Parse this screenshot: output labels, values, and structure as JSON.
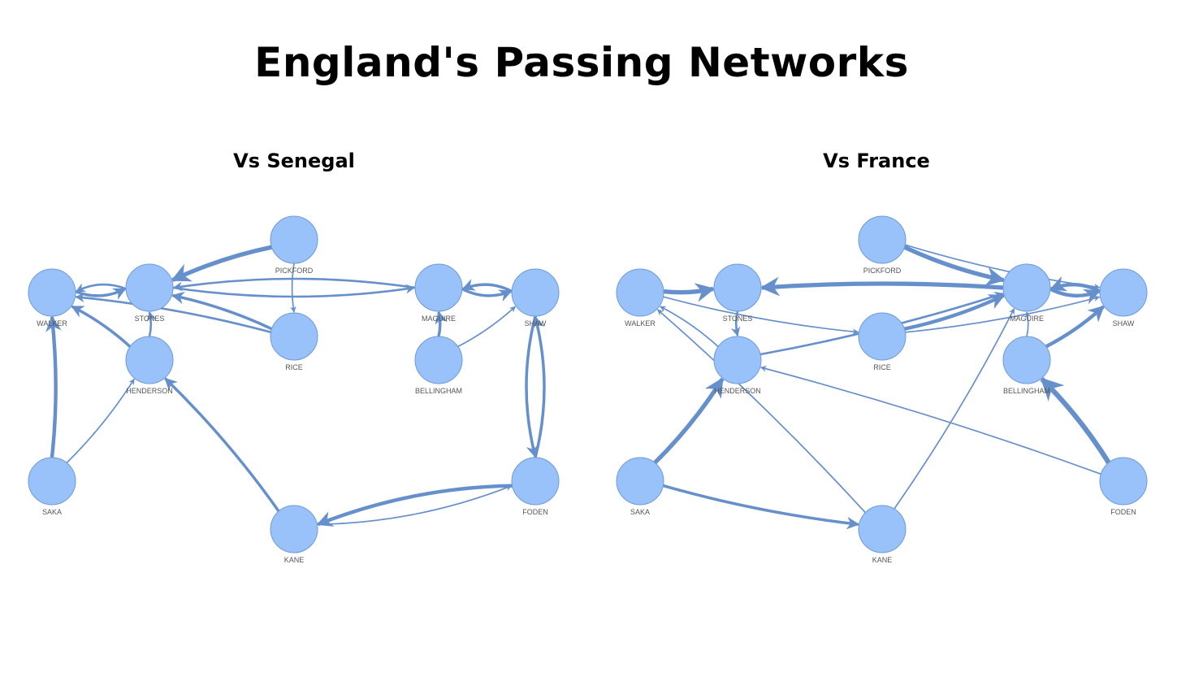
{
  "title": "England's Passing Networks",
  "colors": {
    "node_fill": "#99c2fa",
    "node_stroke": "#6f9ad8",
    "edge": "#6690cc",
    "label": "#555555"
  },
  "panels": [
    {
      "id": "senegal",
      "title": "Vs Senegal",
      "players": [
        "PICKFORD",
        "WALKER",
        "STONES",
        "MAGUIRE",
        "SHAW",
        "RICE",
        "HENDERSON",
        "BELLINGHAM",
        "SAKA",
        "KANE",
        "FODEN"
      ],
      "passes": [
        {
          "from": "PICKFORD",
          "to": "STONES",
          "weight": 5
        },
        {
          "from": "PICKFORD",
          "to": "RICE",
          "weight": 1
        },
        {
          "from": "WALKER",
          "to": "STONES",
          "weight": 3
        },
        {
          "from": "STONES",
          "to": "WALKER",
          "weight": 2
        },
        {
          "from": "STONES",
          "to": "MAGUIRE",
          "weight": 2
        },
        {
          "from": "MAGUIRE",
          "to": "STONES",
          "weight": 2
        },
        {
          "from": "MAGUIRE",
          "to": "SHAW",
          "weight": 3
        },
        {
          "from": "SHAW",
          "to": "MAGUIRE",
          "weight": 3
        },
        {
          "from": "RICE",
          "to": "STONES",
          "weight": 3
        },
        {
          "from": "RICE",
          "to": "WALKER",
          "weight": 2
        },
        {
          "from": "HENDERSON",
          "to": "STONES",
          "weight": 2
        },
        {
          "from": "HENDERSON",
          "to": "WALKER",
          "weight": 3
        },
        {
          "from": "BELLINGHAM",
          "to": "MAGUIRE",
          "weight": 3
        },
        {
          "from": "BELLINGHAM",
          "to": "SHAW",
          "weight": 1
        },
        {
          "from": "SAKA",
          "to": "WALKER",
          "weight": 4
        },
        {
          "from": "SAKA",
          "to": "HENDERSON",
          "weight": 1
        },
        {
          "from": "KANE",
          "to": "HENDERSON",
          "weight": 3
        },
        {
          "from": "KANE",
          "to": "FODEN",
          "weight": 1
        },
        {
          "from": "FODEN",
          "to": "KANE",
          "weight": 4
        },
        {
          "from": "FODEN",
          "to": "SHAW",
          "weight": 3
        },
        {
          "from": "SHAW",
          "to": "FODEN",
          "weight": 3
        }
      ]
    },
    {
      "id": "france",
      "title": "Vs France",
      "players": [
        "PICKFORD",
        "WALKER",
        "STONES",
        "MAGUIRE",
        "SHAW",
        "RICE",
        "HENDERSON",
        "BELLINGHAM",
        "SAKA",
        "KANE",
        "FODEN"
      ],
      "passes": [
        {
          "from": "PICKFORD",
          "to": "MAGUIRE",
          "weight": 5
        },
        {
          "from": "PICKFORD",
          "to": "SHAW",
          "weight": 1
        },
        {
          "from": "WALKER",
          "to": "STONES",
          "weight": 5
        },
        {
          "from": "WALKER",
          "to": "RICE",
          "weight": 1
        },
        {
          "from": "STONES",
          "to": "HENDERSON",
          "weight": 2
        },
        {
          "from": "MAGUIRE",
          "to": "STONES",
          "weight": 5
        },
        {
          "from": "MAGUIRE",
          "to": "SHAW",
          "weight": 4
        },
        {
          "from": "SHAW",
          "to": "MAGUIRE",
          "weight": 4
        },
        {
          "from": "RICE",
          "to": "MAGUIRE",
          "weight": 4
        },
        {
          "from": "RICE",
          "to": "SHAW",
          "weight": 1
        },
        {
          "from": "HENDERSON",
          "to": "MAGUIRE",
          "weight": 2
        },
        {
          "from": "HENDERSON",
          "to": "WALKER",
          "weight": 1
        },
        {
          "from": "BELLINGHAM",
          "to": "SHAW",
          "weight": 4
        },
        {
          "from": "BELLINGHAM",
          "to": "MAGUIRE",
          "weight": 1
        },
        {
          "from": "SAKA",
          "to": "HENDERSON",
          "weight": 5
        },
        {
          "from": "SAKA",
          "to": "KANE",
          "weight": 3
        },
        {
          "from": "KANE",
          "to": "WALKER",
          "weight": 1
        },
        {
          "from": "KANE",
          "to": "MAGUIRE",
          "weight": 1
        },
        {
          "from": "FODEN",
          "to": "BELLINGHAM",
          "weight": 6
        },
        {
          "from": "FODEN",
          "to": "HENDERSON",
          "weight": 1
        }
      ]
    }
  ]
}
